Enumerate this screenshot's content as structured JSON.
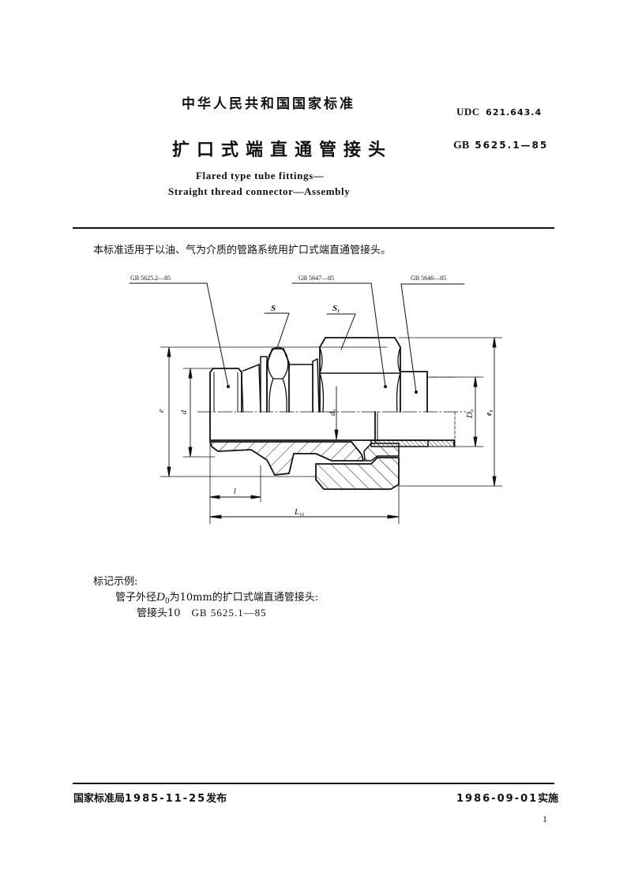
{
  "header": {
    "org": "中华人民共和国国家标准",
    "udc_label": "UDC",
    "udc_number": "621.643.4",
    "title_cn": "扩口式端直通管接头",
    "gb_label": "GB",
    "gb_number": "5625.1—85",
    "title_en_line1": "Flared type tube fittings—",
    "title_en_line2": "Straight thread connector—Assembly"
  },
  "intro": "本标准适用于以油、气为介质的管路系统用扩口式端直通管接头。",
  "drawing": {
    "callouts": [
      "GB 5625.2—85",
      "GB 5647—85",
      "GB 5646—85"
    ],
    "labels": {
      "s": "S",
      "s1": "S",
      "s1_sub": "1",
      "e": "e",
      "d": "d",
      "d0": "d",
      "d0_sub": "0",
      "D0": "D",
      "D0_sub": "0",
      "e1": "e",
      "e1_sub": "1",
      "l": "l",
      "L10": "L",
      "L10_sub": "10"
    }
  },
  "marking": {
    "heading": "标记示例:",
    "example_pre": "管子外径",
    "example_var": "D",
    "example_sub": "0",
    "example_post": "为10mm的扩口式端直通管接头:",
    "code_prefix": "管接头10",
    "code_std": "GB  5625.1—85"
  },
  "footer": {
    "issuer": "国家标准局",
    "issue_date": "1985-11-25",
    "issue_suffix": "发布",
    "effective_date": "1986-09-01",
    "effective_suffix": "实施",
    "page_number": "1"
  }
}
